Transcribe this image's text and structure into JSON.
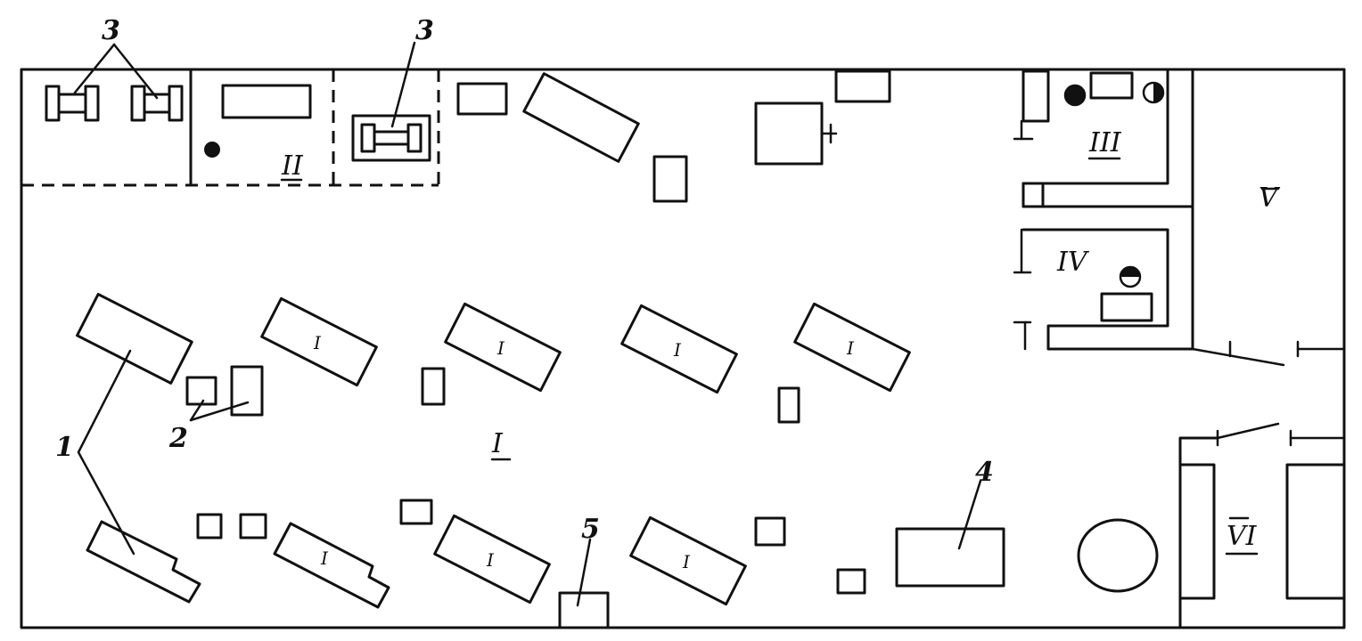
{
  "rooms": {
    "I": "I",
    "II": "II",
    "III": "III",
    "IV": "IV",
    "V": "V",
    "VI": "VI"
  },
  "callouts": {
    "c1": "1",
    "c2": "2",
    "c3_left": "3",
    "c3_mid": "3",
    "c4": "4",
    "c5": "5"
  },
  "bench_mark": "I"
}
